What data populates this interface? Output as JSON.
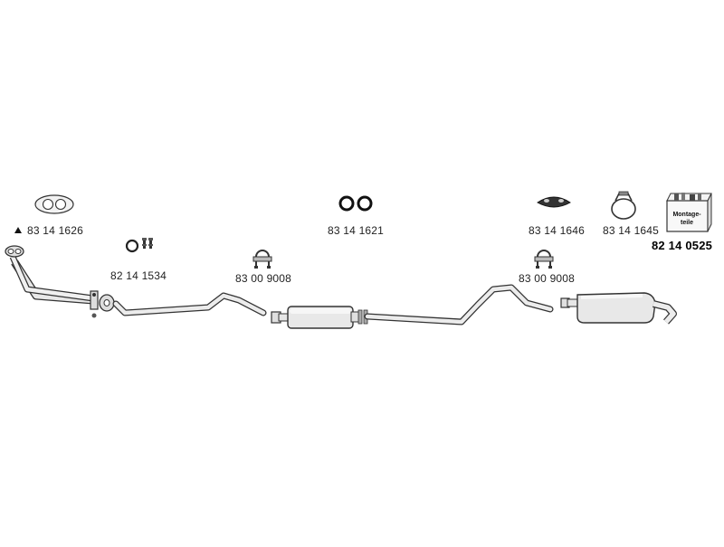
{
  "parts": {
    "gasket_front": "83 14 1626",
    "mounting_kit_small": "82 14 1534",
    "clamp_1": "83 00 9008",
    "rings": "83 14 1621",
    "rubber_hanger": "83 14 1646",
    "bracket_clamp": "83 14 1645",
    "clamp_2": "83 00 9008",
    "mounting_kit": "82 14 0525"
  },
  "box_label_line1": "Montage-",
  "box_label_line2": "teile",
  "colors": {
    "line": "#333333",
    "fill": "#e8e8e8",
    "dark_fill": "#888888",
    "text": "#222222"
  }
}
